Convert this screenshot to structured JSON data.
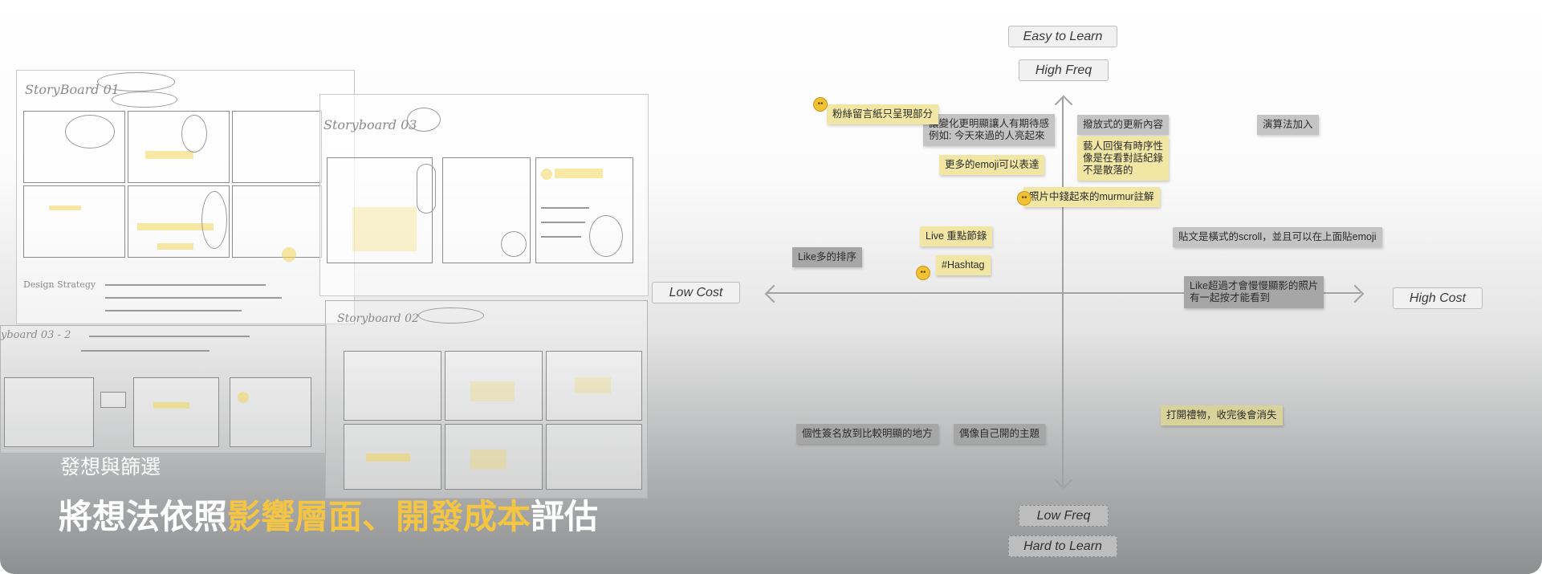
{
  "caption": "發想與篩選",
  "headline": {
    "part1": "將想法依照",
    "highlight": "影響層面、開發成本",
    "part2": "評估"
  },
  "sketches": {
    "sb1_title": "StoryBoard 01",
    "sb3_title": "Storyboard 03",
    "sb2_title": "Storyboard 02",
    "sb_partial_title": "yboard 03 - 2",
    "design_strategy": "Design Strategy"
  },
  "axes": {
    "top1": "Easy to Learn",
    "top2": "High Freq",
    "left": "Low Cost",
    "right": "High Cost",
    "bottom1": "Low Freq",
    "bottom2": "Hard to Learn"
  },
  "notes": {
    "n1": "粉絲留言紙只呈現部分",
    "n2a": "讓變化更明顯讓人有期待感",
    "n2b": "例如: 今天來過的人亮起來",
    "n3": "撥放式的更新內容",
    "n4": "演算法加入",
    "n5a": "藝人回復有時序性",
    "n5b": "像是在看對話紀錄",
    "n5c": "不是散落的",
    "n6": "更多的emoji可以表達",
    "n7": "照片中錢起來的murmur註解",
    "n8": "Live 重點節錄",
    "n9": "Like多的排序",
    "n10": "#Hashtag",
    "n11": "貼文是橫式的scroll，並且可以在上面貼emoji",
    "n12a": "Like超過才會慢慢顯影的照片",
    "n12b": "有一起按才能看到",
    "n13": "打開禮物，收完後會消失",
    "n14": "個性簽名放到比較明顯的地方",
    "n15": "偶像自己開的主題"
  },
  "colors": {
    "accent": "#f4c542",
    "note_yellow": "#f1e6a4",
    "note_gray": "#c4c4c4"
  }
}
